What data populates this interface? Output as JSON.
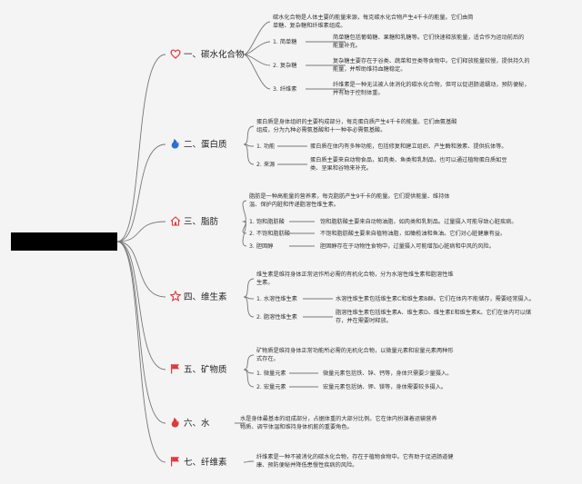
{
  "colors": {
    "line": "#777777",
    "accent": "#e0393a",
    "flame": "#2f6fd1"
  },
  "root": {
    "label": ""
  },
  "branches": [
    {
      "icon": "heart-icon",
      "title": "一、碳水化合物",
      "desc": [
        "碳水化合物是人体主要的能量来源，每克碳水化合物产生4千卡的能量。它们由简",
        "单糖、复杂糖和纤维素组成。"
      ],
      "items": [
        {
          "label": "1. 简单糖",
          "text": [
            "简单糖包括葡萄糖、果糖和乳糖等。它们快速释放能量，适合作为运动前后的",
            "能量补充。"
          ]
        },
        {
          "label": "2. 复杂糖",
          "text": [
            "复杂糖主要存在于谷类、蔬菜和豆类等食物中。它们释放能量较慢，提供持久的",
            "能量，并帮助维持血糖稳定。"
          ]
        },
        {
          "label": "3. 纤维素",
          "text": [
            "纤维素是一种无法被人体消化的碳水化合物，但可以促进肠道蠕动，预防便秘，",
            "并有助于控制体重。"
          ]
        }
      ]
    },
    {
      "icon": "flame-icon",
      "title": "二、蛋白质",
      "desc": [
        "蛋白质是身体组织的主要构成部分，每克蛋白质产生4千卡的能量。它们由氨基酸",
        "组成，分为九种必需氨基酸和十一种非必需氨基酸。"
      ],
      "items": [
        {
          "label": "1. 功能",
          "text": [
            "蛋白质在体内有多种功能，包括修复和建立组织、产生酶和激素、提供抗体等。"
          ]
        },
        {
          "label": "2. 来源",
          "text": [
            "蛋白质主要来自动物食品，如肉类、鱼类和乳制品，也可以通过植物蛋白质如豆",
            "类、坚果和谷物来补充。"
          ]
        }
      ]
    },
    {
      "icon": "home-icon",
      "title": "三、脂肪",
      "desc": [
        "脂肪是一种高能量的营养素，每克脂肪产生9千卡的能量。它们提供能量、维持体",
        "温、保护内脏和传递脂溶性维生素。"
      ],
      "items": [
        {
          "label": "1. 饱和脂肪酸",
          "text": [
            "饱和脂肪酸主要来自动物油脂，如肉类和乳制品。过量摄入可能导致心脏疾病。"
          ]
        },
        {
          "label": "2. 不饱和脂肪酸",
          "text": [
            "不饱和脂肪酸主要来自植物油脂，如橄榄油和鱼油。它们对心脏健康有益。"
          ]
        },
        {
          "label": "3. 胆固醇",
          "text": [
            "胆固醇存在于动物性食物中，过量摄入可能增加心脏病和中风的风险。"
          ]
        }
      ]
    },
    {
      "icon": "star-icon",
      "title": "四、维生素",
      "desc": [
        "维生素是维持身体正常运作所必需的有机化合物，分为水溶性维生素和脂溶性维",
        "生素。"
      ],
      "items": [
        {
          "label": "1. 水溶性维生素",
          "text": [
            "水溶性维生素包括维生素C和维生素B群。它们在体内不能储存，需要经常摄入。"
          ]
        },
        {
          "label": "2. 脂溶性维生素",
          "text": [
            "脂溶性维生素包括维生素A、维生素D、维生素E和维生素K。它们在体内可以储",
            "存，并在需要时释放。"
          ]
        }
      ]
    },
    {
      "icon": "flag-icon",
      "title": "五、矿物质",
      "desc": [
        "矿物质是维持身体正常功能所必需的无机化合物，以微量元素和宏量元素两种形",
        "式存在。"
      ],
      "items": [
        {
          "label": "1. 微量元素",
          "text": [
            "微量元素包括铁、锌、钙等，身体只需要少量摄入。"
          ]
        },
        {
          "label": "2. 宏量元素",
          "text": [
            "宏量元素包括钠、钾、镁等，身体需要较多摄入。"
          ]
        }
      ]
    },
    {
      "icon": "fire-icon",
      "title": "六、水",
      "desc": [
        "水是身体最基本的组成部分，占据体重的大部分比例。它在体内扮演着运输营养",
        "物质、调节体温和维持身体机能的重要角色。"
      ],
      "items": []
    },
    {
      "icon": "flag-icon",
      "title": "七、纤维素",
      "desc": [
        "纤维素是一种不被消化的碳水化合物，存在于植物食物中。它有助于促进肠道健",
        "康、预防便秘并降低患慢性疾病的风险。"
      ],
      "items": []
    }
  ]
}
